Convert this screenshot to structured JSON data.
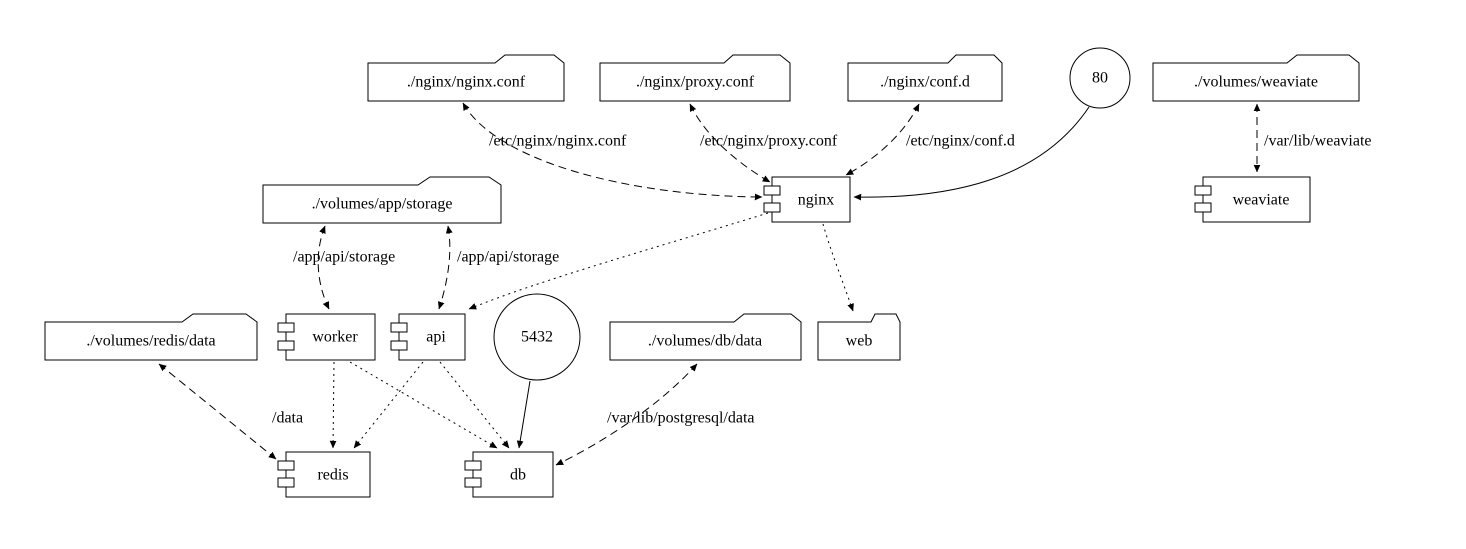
{
  "diagram": {
    "nodes": {
      "nginx_conf": {
        "label": "./nginx/nginx.conf",
        "type": "folder"
      },
      "proxy_conf": {
        "label": "./nginx/proxy.conf",
        "type": "folder"
      },
      "conf_d": {
        "label": "./nginx/conf.d",
        "type": "folder"
      },
      "port_80": {
        "label": "80",
        "type": "port"
      },
      "volumes_weaviate": {
        "label": "./volumes/weaviate",
        "type": "folder"
      },
      "volumes_app_storage": {
        "label": "./volumes/app/storage",
        "type": "folder"
      },
      "nginx": {
        "label": "nginx",
        "type": "component"
      },
      "weaviate": {
        "label": "weaviate",
        "type": "component"
      },
      "volumes_redis_data": {
        "label": "./volumes/redis/data",
        "type": "folder"
      },
      "worker": {
        "label": "worker",
        "type": "component"
      },
      "api": {
        "label": "api",
        "type": "component"
      },
      "port_5432": {
        "label": "5432",
        "type": "port"
      },
      "volumes_db_data": {
        "label": "./volumes/db/data",
        "type": "folder"
      },
      "web": {
        "label": "web",
        "type": "folder"
      },
      "redis": {
        "label": "redis",
        "type": "component"
      },
      "db": {
        "label": "db",
        "type": "component"
      }
    },
    "edges": {
      "nginx_conf_to_nginx": {
        "from": "nginx_conf",
        "to": "nginx",
        "style": "dashed",
        "bidirectional": true,
        "label": "/etc/nginx/nginx.conf"
      },
      "proxy_conf_to_nginx": {
        "from": "proxy_conf",
        "to": "nginx",
        "style": "dashed",
        "bidirectional": true,
        "label": "/etc/nginx/proxy.conf"
      },
      "conf_d_to_nginx": {
        "from": "conf_d",
        "to": "nginx",
        "style": "dashed",
        "bidirectional": true,
        "label": "/etc/nginx/conf.d"
      },
      "port80_to_nginx": {
        "from": "port_80",
        "to": "nginx",
        "style": "solid",
        "bidirectional": false,
        "label": ""
      },
      "weaviate_mount": {
        "from": "volumes_weaviate",
        "to": "weaviate",
        "style": "dashed",
        "bidirectional": true,
        "label": "/var/lib/weaviate"
      },
      "storage_to_worker": {
        "from": "volumes_app_storage",
        "to": "worker",
        "style": "dashed",
        "bidirectional": true,
        "label": "/app/api/storage"
      },
      "storage_to_api": {
        "from": "volumes_app_storage",
        "to": "api",
        "style": "dashed",
        "bidirectional": true,
        "label": "/app/api/storage"
      },
      "nginx_to_api": {
        "from": "nginx",
        "to": "api",
        "style": "dotted",
        "bidirectional": false,
        "label": ""
      },
      "nginx_to_web": {
        "from": "nginx",
        "to": "web",
        "style": "dotted",
        "bidirectional": false,
        "label": ""
      },
      "redis_mount": {
        "from": "volumes_redis_data",
        "to": "redis",
        "style": "dashed",
        "bidirectional": true,
        "label": "/data"
      },
      "db_mount": {
        "from": "volumes_db_data",
        "to": "db",
        "style": "dashed",
        "bidirectional": true,
        "label": "/var/lib/postgresql/data"
      },
      "port5432_to_db": {
        "from": "port_5432",
        "to": "db",
        "style": "solid",
        "bidirectional": false,
        "label": ""
      },
      "worker_to_redis": {
        "from": "worker",
        "to": "redis",
        "style": "dotted",
        "bidirectional": false,
        "label": ""
      },
      "worker_to_db": {
        "from": "worker",
        "to": "db",
        "style": "dotted",
        "bidirectional": false,
        "label": ""
      },
      "api_to_redis": {
        "from": "api",
        "to": "redis",
        "style": "dotted",
        "bidirectional": false,
        "label": ""
      },
      "api_to_db": {
        "from": "api",
        "to": "db",
        "style": "dotted",
        "bidirectional": false,
        "label": ""
      }
    },
    "colors": {
      "stroke": "#000000",
      "background": "#ffffff"
    }
  }
}
